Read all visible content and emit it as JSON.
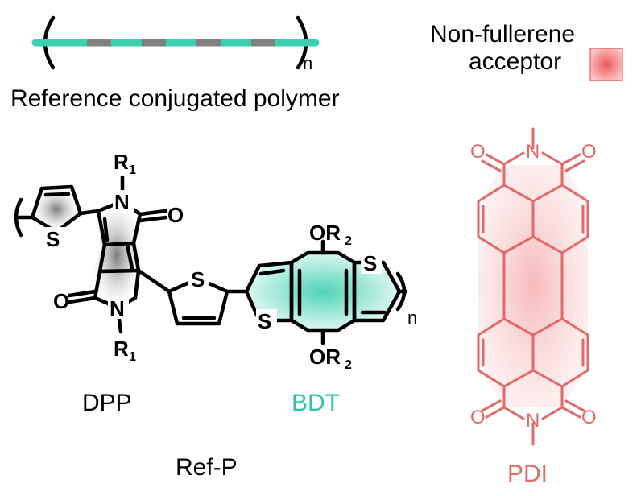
{
  "labels": {
    "reference_polymer": "Reference conjugated polymer",
    "repeat_subscript": "n",
    "nfa_line1": "Non-fullerene",
    "nfa_line2": "acceptor",
    "dpp": "DPP",
    "bdt": "BDT",
    "ref_p": "Ref-P",
    "pdi": "PDI"
  },
  "atoms": {
    "r": "R",
    "one": "1",
    "or": "OR",
    "two": "2",
    "n": "N",
    "o": "O",
    "s": "S"
  },
  "colors": {
    "black": "#000000",
    "teal": "#3ccfb0",
    "teal_text": "#2ec4a6",
    "gray_dash": "#808080",
    "pdi_red": "#e06a6a",
    "pdi_fill": "#f7a3a3"
  }
}
